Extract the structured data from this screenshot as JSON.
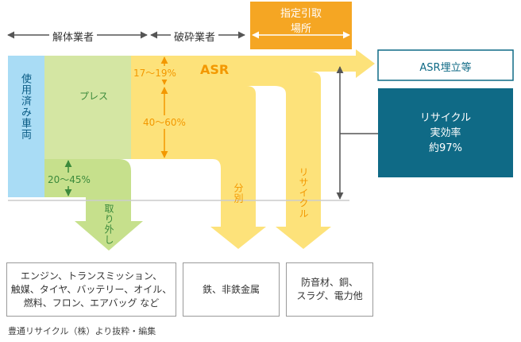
{
  "phases": {
    "dismantler": "解体業者",
    "shredder": "破砕業者",
    "designated_collection": "指定引取\n場所"
  },
  "flow": {
    "end_of_life_vehicle": "使用済み車両",
    "press": "プレス",
    "asr": "ASR",
    "asr_share": "17〜19%",
    "sorting_share": "40〜60%",
    "removal_share": "20〜45%",
    "removal": "取り外し",
    "sorting": "分別",
    "recycling": "リサイクル"
  },
  "outcomes": {
    "asr_landfill": "ASR埋立等",
    "effective_recycling_rate": "リサイクル\n実効率\n約97%"
  },
  "materials": {
    "removed_parts": "エンジン、トランスミッション、\n触媒、タイヤ、バッテリー、オイル、\n燃料、フロン、エアバッグ など",
    "metals": "鉄、非鉄金属",
    "recycled": "防音材、銅、\nスラグ、電力他"
  },
  "source_note": "豊通リサイクル（株）より抜粋・編集",
  "colors": {
    "vehicle_fill": "#a9dcf5",
    "press_fill": "#d4e6a3",
    "arrow_green": "#c6e08c",
    "flow_yellow": "#fde27a",
    "designated_orange": "#f5a623",
    "accent_orange": "#f39800",
    "teal": "#0f6a86",
    "arrow_dark_green": "#3c8a3c"
  }
}
